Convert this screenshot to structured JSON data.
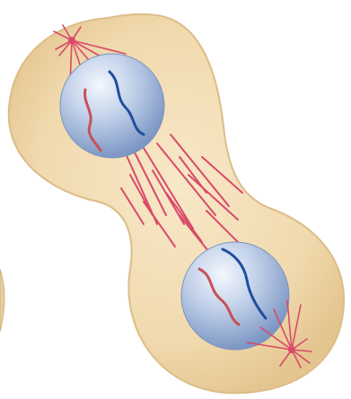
{
  "scene": {
    "subject": "dividing-cell-telophase",
    "colors": {
      "background": "#ffffff",
      "cytoplasm": "#f1dbb0",
      "cytoplasm_edge": "#e2c38f",
      "nucleus_light": "#eef3fb",
      "nucleus_dark": "#7f9bc7",
      "fiber": "#d94a6a",
      "chromatid_red": "#c8505a",
      "chromatid_blue": "#1f4fa0",
      "partial_cell": "#e8d0a2"
    },
    "components": [
      "cytoplasm",
      "nucleus-top",
      "nucleus-bottom",
      "centrosome-top",
      "centrosome-bottom",
      "spindle-fibers",
      "chromatids"
    ]
  }
}
